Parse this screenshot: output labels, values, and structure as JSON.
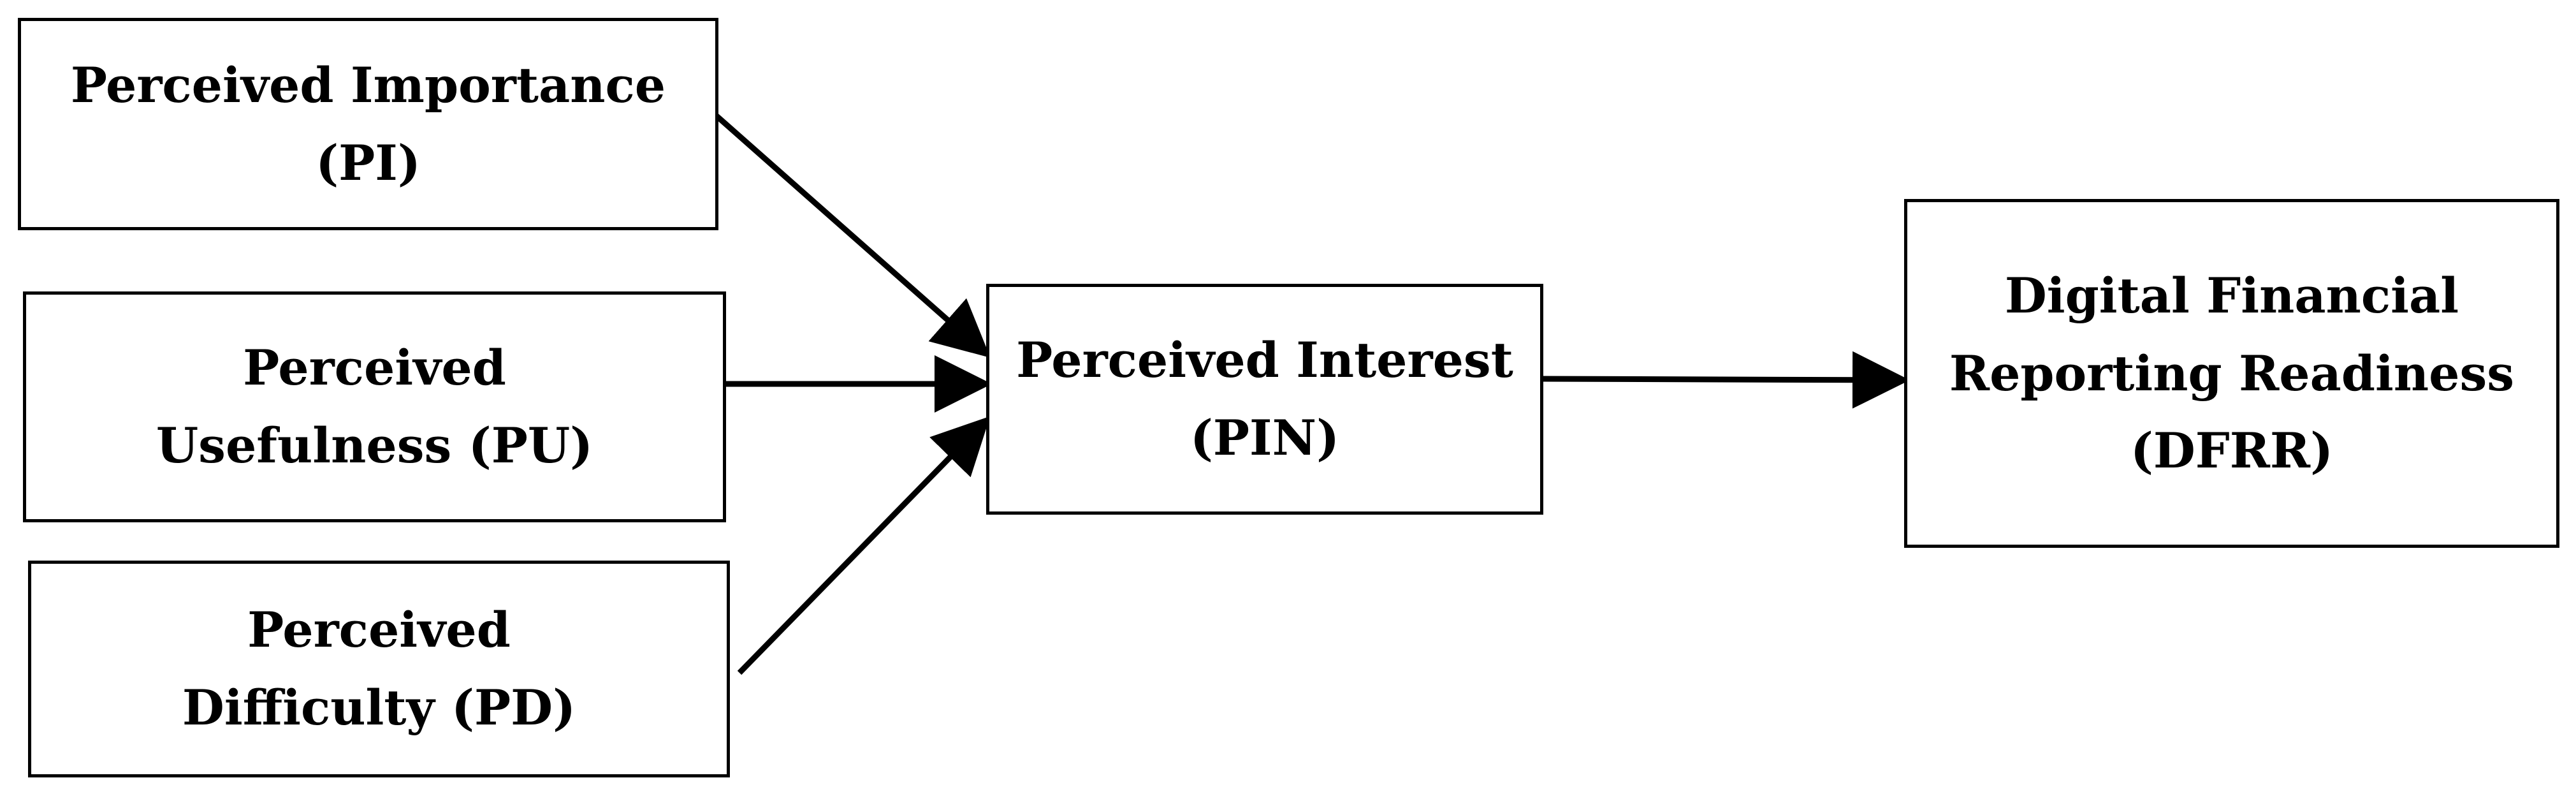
{
  "diagram": {
    "nodes": {
      "pi": {
        "line1": "Perceived Importance",
        "line2": "(PI)"
      },
      "pu": {
        "line1": "Perceived",
        "line2": "Usefulness (PU)"
      },
      "pd": {
        "line1": "Perceived",
        "line2": "Difficulty (PD)"
      },
      "pin": {
        "line1": "Perceived Interest",
        "line2": "(PIN)"
      },
      "dfrr": {
        "line1": "Digital Financial",
        "line2": "Reporting Readiness",
        "line3": "(DFRR)"
      }
    },
    "edges": [
      {
        "from": "pi",
        "to": "pin"
      },
      {
        "from": "pu",
        "to": "pin"
      },
      {
        "from": "pd",
        "to": "pin"
      },
      {
        "from": "pin",
        "to": "dfrr"
      }
    ],
    "colors": {
      "stroke": "#000000",
      "background": "#ffffff"
    }
  }
}
